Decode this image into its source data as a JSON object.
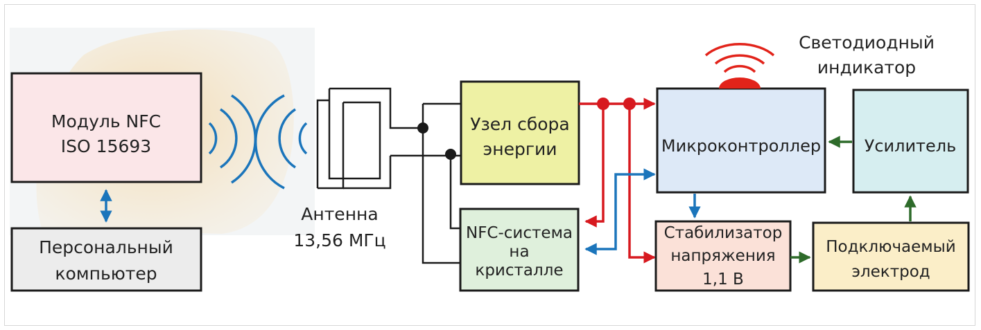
{
  "blocks": {
    "nfc_module": {
      "line1": "Модуль NFC",
      "line2": "ISO 15693"
    },
    "pc": {
      "line1": "Персональный",
      "line2": "компьютер"
    },
    "antenna": {
      "line1": "Антенна",
      "line2": "13,56 МГц"
    },
    "harvester": {
      "line1": "Узел сбора",
      "line2": "энергии"
    },
    "nfc_soc": {
      "line1": "NFC-система",
      "line2": "на",
      "line3": "кристалле"
    },
    "mcu": {
      "label": "Микроконтроллер"
    },
    "amplifier": {
      "label": "Усилитель"
    },
    "regulator": {
      "line1": "Стабилизатор",
      "line2": "напряжения",
      "line3": "1,1 В"
    },
    "electrode": {
      "line1": "Подключаемый",
      "line2": "электрод"
    },
    "led": {
      "line1": "Светодиодный",
      "line2": "индикатор"
    }
  },
  "colors": {
    "power_line": "#d7191f",
    "data_line": "#1b75bb",
    "signal_line": "#2e6b2a",
    "wire": "#1a1a1a",
    "led": "#e2231a"
  }
}
